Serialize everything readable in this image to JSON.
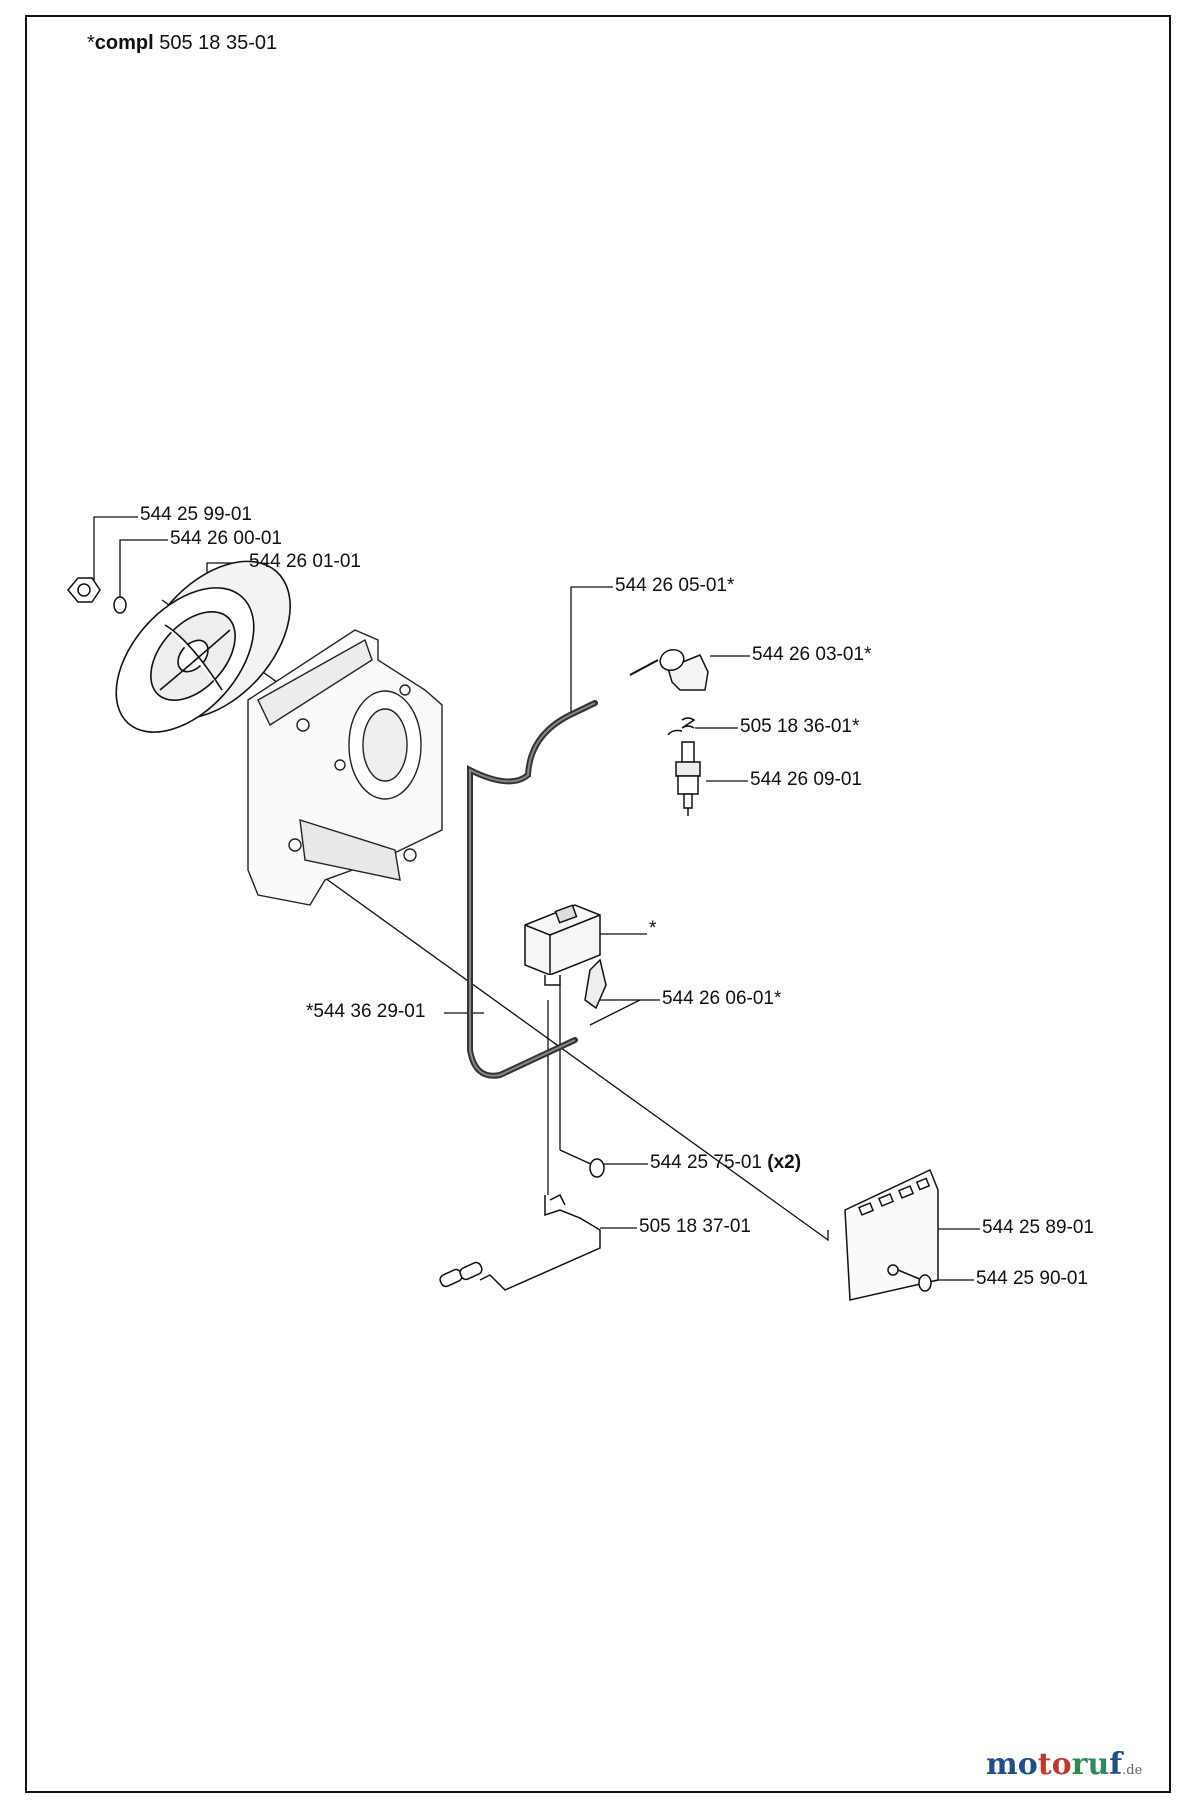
{
  "header": {
    "prefix": "*",
    "bold": "compl",
    "number": " 505 18 35-01"
  },
  "parts": [
    {
      "id": "p1",
      "label": "544 25 99-01"
    },
    {
      "id": "p2",
      "label": "544 26 00-01"
    },
    {
      "id": "p3",
      "label": "544 26 01-01"
    },
    {
      "id": "p4",
      "label": "544 26 05-01*"
    },
    {
      "id": "p5",
      "label": "544 26 03-01*"
    },
    {
      "id": "p6",
      "label": "505 18 36-01*"
    },
    {
      "id": "p7",
      "label": "544 26 09-01"
    },
    {
      "id": "p8",
      "label": "*"
    },
    {
      "id": "p9",
      "label": "544 26 06-01*"
    },
    {
      "id": "p10",
      "label": "*544 36 29-01"
    },
    {
      "id": "p11",
      "label": "544 25 75-01",
      "suffix": "(x2)"
    },
    {
      "id": "p12",
      "label": "505 18 37-01"
    },
    {
      "id": "p13",
      "label": "544 25 89-01"
    },
    {
      "id": "p14",
      "label": "544 25 90-01"
    }
  ],
  "logo": {
    "part1": "mo",
    "part2": "to",
    "part3": "ru",
    "part4": "f",
    "tld": ".de"
  }
}
